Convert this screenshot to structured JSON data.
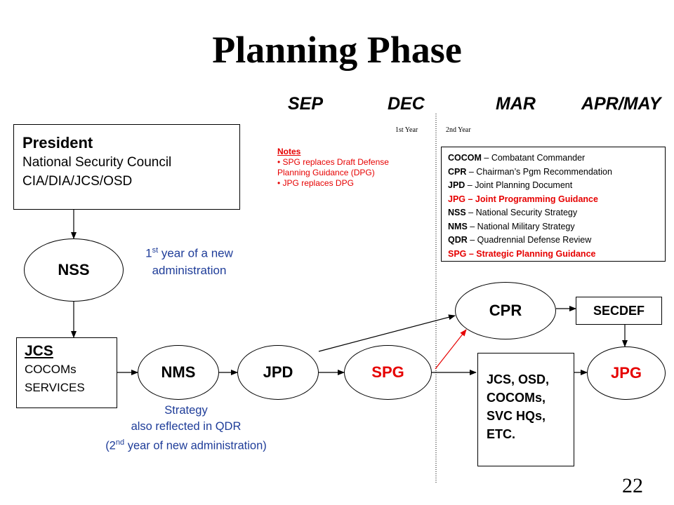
{
  "title": "Planning Phase",
  "months": [
    "SEP",
    "DEC",
    "MAR",
    "APR/MAY"
  ],
  "year_labels": [
    "1st Year",
    "2nd Year"
  ],
  "president_box": {
    "title": "President",
    "lines": [
      "National Security Council",
      "CIA/DIA/JCS/OSD"
    ]
  },
  "nodes": {
    "nss": "NSS",
    "nms": "NMS",
    "jpd": "JPD",
    "spg": "SPG",
    "cpr": "CPR",
    "jpg": "JPG",
    "secdef": "SECDEF"
  },
  "jcs_box": {
    "title": "JCS",
    "lines": [
      "COCOMs",
      "SERVICES"
    ]
  },
  "jcs_osd_box": {
    "lines": [
      "JCS, OSD,",
      "COCOMs,",
      "SVC HQs,",
      "ETC."
    ]
  },
  "nss_note": {
    "pre": "1",
    "sup": "st",
    "rest": " year of a new",
    "line2": "administration"
  },
  "nms_note": {
    "line1": "Strategy",
    "line2": "also reflected in QDR",
    "line3_pre": "(2",
    "line3_sup": "nd",
    "line3_rest": " year of new administration)"
  },
  "notes": {
    "heading": "Notes",
    "items": [
      "• SPG replaces Draft Defense Planning Guidance (DPG)",
      "• JPG replaces DPG"
    ]
  },
  "legend": [
    {
      "abbr": "COCOM",
      "desc": " – Combatant Commander",
      "highlight": false
    },
    {
      "abbr": "CPR",
      "desc": " – Chairman’s Pgm Recommendation",
      "highlight": false
    },
    {
      "abbr": "JPD",
      "desc": " – Joint Planning Document",
      "highlight": false
    },
    {
      "abbr": "JPG",
      "desc": " – Joint Programming Guidance",
      "highlight": true
    },
    {
      "abbr": "NSS",
      "desc": " – National Security Strategy",
      "highlight": false
    },
    {
      "abbr": "NMS",
      "desc": " – National Military Strategy",
      "highlight": false
    },
    {
      "abbr": "QDR",
      "desc": " – Quadrennial Defense Review",
      "highlight": false
    },
    {
      "abbr": "SPG",
      "desc": " – Strategic Planning Guidance",
      "highlight": true
    }
  ],
  "page_number": "22",
  "colors": {
    "blue_text": "#1f3d99",
    "red_text": "#e60000",
    "red_arrow": "#e60000"
  }
}
